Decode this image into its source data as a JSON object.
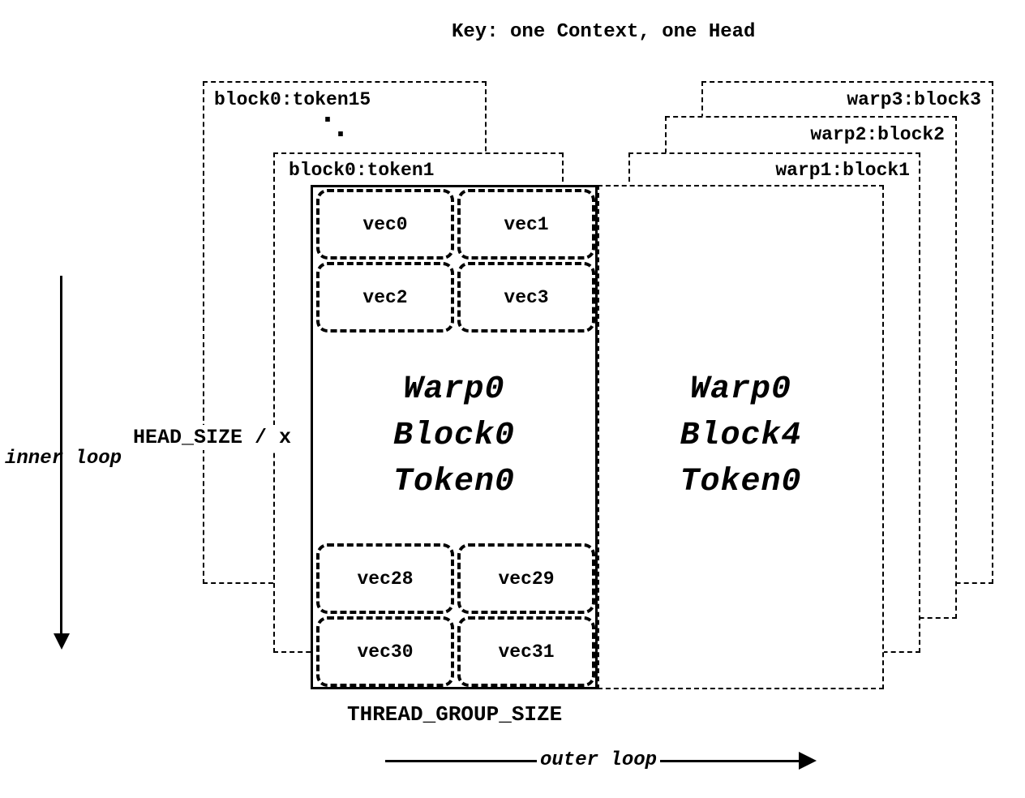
{
  "title": "Key: one Context, one Head",
  "left_stack": {
    "token15_label": "block0:token15",
    "token1_label": "block0:token1",
    "dots": [
      "·",
      "·"
    ]
  },
  "right_stack": {
    "warp3_label": "warp3:block3",
    "warp2_label": "warp2:block2",
    "warp1_label": "warp1:block1"
  },
  "main_block": {
    "vecs_top": [
      "vec0",
      "vec1",
      "vec2",
      "vec3"
    ],
    "center_lines": [
      "Warp0",
      "Block0",
      "Token0"
    ],
    "vecs_bottom": [
      "vec28",
      "vec29",
      "vec30",
      "vec31"
    ]
  },
  "right_block": {
    "center_lines": [
      "Warp0",
      "Block4",
      "Token0"
    ]
  },
  "axis_labels": {
    "head_size": "HEAD_SIZE / x",
    "inner_loop": "inner loop",
    "thread_group_size": "THREAD_GROUP_SIZE",
    "outer_loop": "outer loop"
  },
  "colors": {
    "ink": "#000000",
    "background": "#ffffff"
  }
}
